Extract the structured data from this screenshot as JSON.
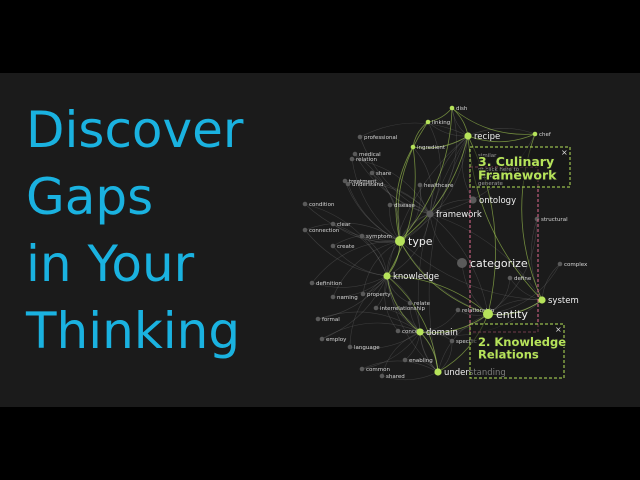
{
  "headline": {
    "lines": [
      "Discover",
      "Gaps",
      "in Your",
      "Thinking"
    ]
  },
  "colors": {
    "headline": "#1ab2e0",
    "accent": "#b6e35a",
    "background": "#1b1b1b",
    "letterbox": "#000000",
    "node": "#5a5a5a",
    "gap_box": "#e26a8f"
  },
  "graph": {
    "nodes": [
      {
        "label": "dish",
        "size": "s",
        "accent": true
      },
      {
        "label": "recipe",
        "size": "m",
        "accent": true
      },
      {
        "label": "chef",
        "size": "s",
        "accent": true
      },
      {
        "label": "linking",
        "size": "s",
        "accent": true
      },
      {
        "label": "ingredient",
        "size": "s",
        "accent": true
      },
      {
        "label": "professional",
        "size": "s",
        "accent": false
      },
      {
        "label": "medical",
        "size": "s",
        "accent": false
      },
      {
        "label": "relation",
        "size": "s",
        "accent": false
      },
      {
        "label": "share",
        "size": "s",
        "accent": false
      },
      {
        "label": "treatment",
        "size": "s",
        "accent": false
      },
      {
        "label": "understand",
        "size": "s",
        "accent": false
      },
      {
        "label": "healthcare",
        "size": "s",
        "accent": false
      },
      {
        "label": "condition",
        "size": "s",
        "accent": false
      },
      {
        "label": "disease",
        "size": "s",
        "accent": false
      },
      {
        "label": "framework",
        "size": "m",
        "accent": false
      },
      {
        "label": "ontology",
        "size": "m",
        "accent": false
      },
      {
        "label": "structural",
        "size": "s",
        "accent": false
      },
      {
        "label": "clear",
        "size": "s",
        "accent": false
      },
      {
        "label": "connection",
        "size": "s",
        "accent": false
      },
      {
        "label": "symptom",
        "size": "s",
        "accent": false
      },
      {
        "label": "create",
        "size": "s",
        "accent": false
      },
      {
        "label": "type",
        "size": "l",
        "accent": true
      },
      {
        "label": "categorize",
        "size": "l",
        "accent": false
      },
      {
        "label": "complex",
        "size": "s",
        "accent": false
      },
      {
        "label": "knowledge",
        "size": "m",
        "accent": true
      },
      {
        "label": "define",
        "size": "s",
        "accent": false
      },
      {
        "label": "system",
        "size": "m",
        "accent": true
      },
      {
        "label": "definition",
        "size": "s",
        "accent": false
      },
      {
        "label": "property",
        "size": "s",
        "accent": false
      },
      {
        "label": "naming",
        "size": "s",
        "accent": false
      },
      {
        "label": "relate",
        "size": "s",
        "accent": false
      },
      {
        "label": "interrelationship",
        "size": "s",
        "accent": false
      },
      {
        "label": "relationship",
        "size": "s",
        "accent": false
      },
      {
        "label": "entity",
        "size": "l",
        "accent": true
      },
      {
        "label": "formal",
        "size": "s",
        "accent": false
      },
      {
        "label": "concept",
        "size": "s",
        "accent": false
      },
      {
        "label": "domain",
        "size": "m",
        "accent": true
      },
      {
        "label": "specific",
        "size": "s",
        "accent": false
      },
      {
        "label": "employ",
        "size": "s",
        "accent": false
      },
      {
        "label": "language",
        "size": "s",
        "accent": false
      },
      {
        "label": "enabling",
        "size": "s",
        "accent": false
      },
      {
        "label": "common",
        "size": "s",
        "accent": false
      },
      {
        "label": "shared",
        "size": "s",
        "accent": false
      },
      {
        "label": "understanding",
        "size": "m",
        "accent": true
      }
    ],
    "gap_boxes": [
      {
        "label": "3. Culinary Framework",
        "close": "×",
        "hint_lines": [
          "similar",
          "…",
          "or click here to",
          "see AI ide",
          "generate"
        ]
      },
      {
        "label": "2. Knowledge Relations",
        "close": "×"
      }
    ]
  }
}
